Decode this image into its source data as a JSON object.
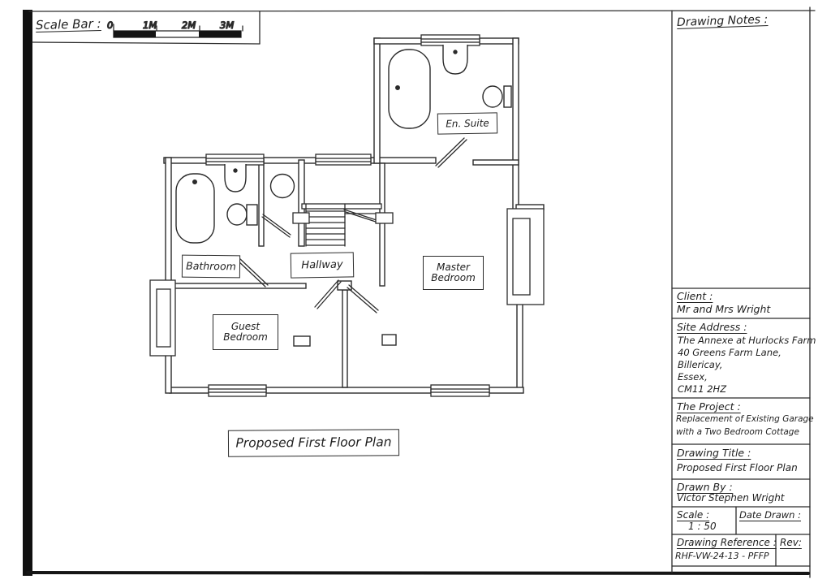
{
  "sheet": {
    "scale_bar": {
      "label": "Scale Bar :",
      "ticks": [
        "0",
        "1M",
        "2M",
        "3M"
      ]
    },
    "plan_title": "Proposed First Floor Plan"
  },
  "rooms": {
    "bathroom": "Bathroom",
    "hallway": "Hallway",
    "en_suite": "En. Suite",
    "master_bedroom": {
      "line1": "Master",
      "line2": "Bedroom"
    },
    "guest_bedroom": {
      "line1": "Guest",
      "line2": "Bedroom"
    }
  },
  "title_block": {
    "drawing_notes_label": "Drawing Notes :",
    "client": {
      "label": "Client :",
      "value": "Mr and Mrs Wright"
    },
    "site_address": {
      "label": "Site Address :",
      "lines": [
        "The Annexe at Hurlocks Farm",
        "40 Greens Farm Lane,",
        "Billericay,",
        "Essex,",
        "CM11 2HZ"
      ]
    },
    "project": {
      "label": "The Project :",
      "lines": [
        "Replacement of Existing Garage",
        "with a Two Bedroom Cottage"
      ]
    },
    "drawing_title": {
      "label": "Drawing Title :",
      "value": "Proposed First Floor Plan"
    },
    "drawn_by": {
      "label": "Drawn By :",
      "value": "Victor Stephen Wright"
    },
    "scale": {
      "label": "Scale :",
      "value": "1 : 50"
    },
    "date_drawn": {
      "label": "Date Drawn :",
      "value": ""
    },
    "drawing_reference": {
      "label": "Drawing Reference :",
      "value": "RHF-VW-24-13 - PFFP"
    },
    "rev": {
      "label": "Rev:",
      "value": ""
    }
  },
  "colors": {
    "ink": "#2b2b2b",
    "paper": "#ffffff",
    "edge_bar": "#101010"
  }
}
